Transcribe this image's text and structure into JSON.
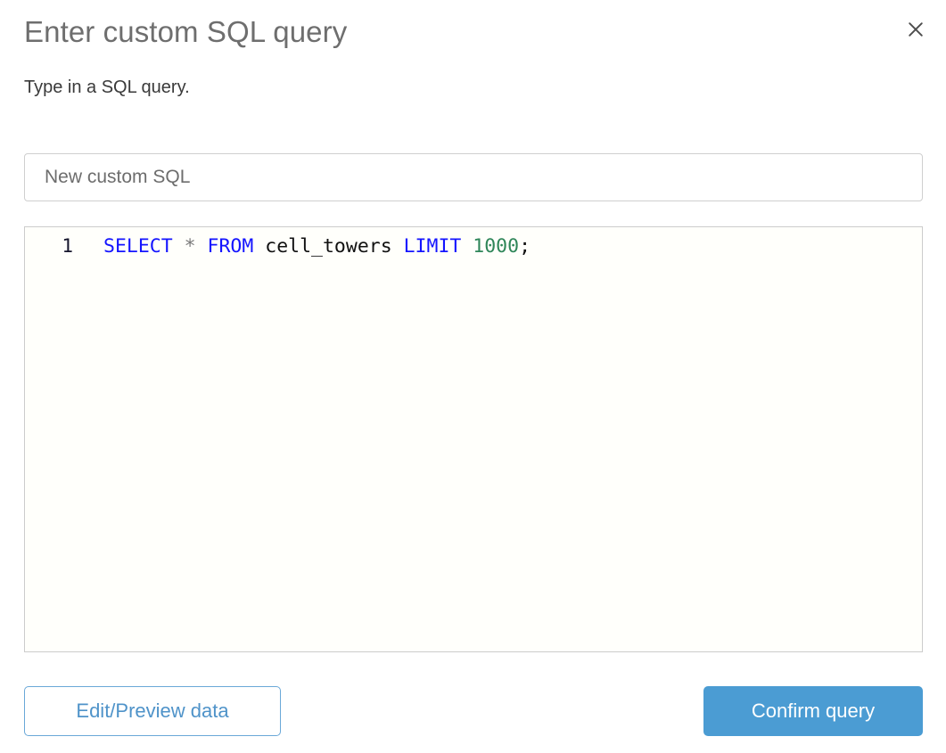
{
  "dialog": {
    "title": "Enter custom SQL query",
    "subtitle": "Type in a SQL query.",
    "close_icon": "close-icon"
  },
  "name_field": {
    "value": "",
    "placeholder": "New custom SQL"
  },
  "editor": {
    "line_number": "1",
    "tokens": [
      {
        "text": "SELECT",
        "type": "keyword"
      },
      {
        "text": " ",
        "type": "plain"
      },
      {
        "text": "*",
        "type": "operator"
      },
      {
        "text": " ",
        "type": "plain"
      },
      {
        "text": "FROM",
        "type": "keyword"
      },
      {
        "text": " ",
        "type": "plain"
      },
      {
        "text": "cell_towers",
        "type": "ident"
      },
      {
        "text": " ",
        "type": "plain"
      },
      {
        "text": "LIMIT",
        "type": "keyword"
      },
      {
        "text": " ",
        "type": "plain"
      },
      {
        "text": "1000",
        "type": "number"
      },
      {
        "text": ";",
        "type": "punct"
      }
    ],
    "full_text": "SELECT * FROM cell_towers LIMIT 1000;",
    "keyword_select": "SELECT",
    "operator_star": "*",
    "keyword_from": "FROM",
    "identifier_table": "cell_towers",
    "keyword_limit": "LIMIT",
    "number_limit": "1000",
    "punct_semicolon": ";"
  },
  "footer": {
    "secondary_label": "Edit/Preview data",
    "primary_label": "Confirm query"
  },
  "colors": {
    "title_grey": "#6e6e6e",
    "subtitle_grey": "#3a3a3a",
    "accent_blue": "#4b9cd3",
    "link_blue": "#4f93c9",
    "keyword_blue": "#1414ff",
    "number_green": "#2f8659",
    "operator_grey": "#7a7a7a",
    "editor_bg": "#fffffb",
    "border_grey": "#cccccc"
  }
}
